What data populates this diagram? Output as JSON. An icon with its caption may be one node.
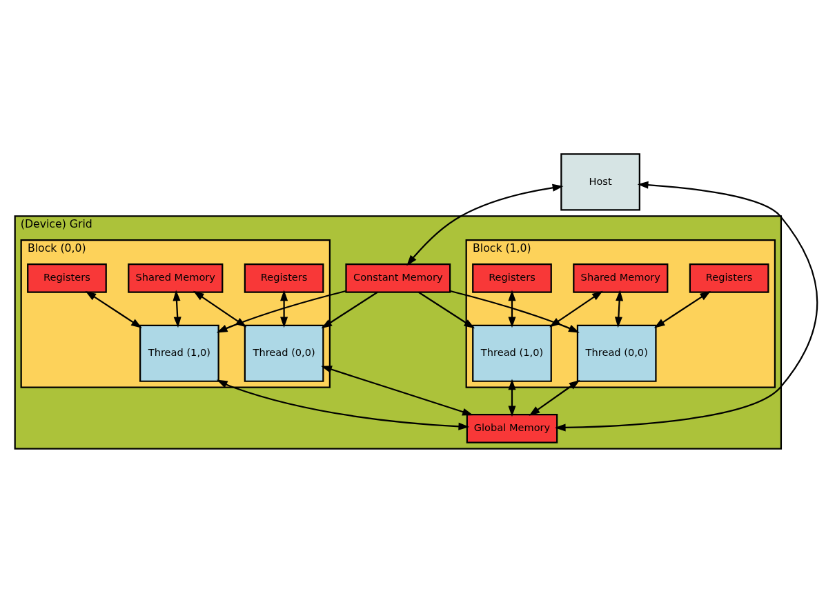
{
  "diagram": {
    "nodes": [
      {
        "text": [
          "Host"
        ]
      },
      {
        "text": [
          "(Device) Grid"
        ]
      },
      {
        "text": [
          "Block (0,0)"
        ],
        "in": 1
      },
      {
        "text": [
          "Shared Memory"
        ],
        "in": 2
      },
      {
        "text": [
          "Registers"
        ],
        "in": 2
      },
      {
        "text": [
          "Registers"
        ],
        "in": 2
      },
      {
        "text": [
          "Thread (0,0)"
        ],
        "in": 2
      },
      {
        "text": [
          "Thread (1,0)"
        ],
        "in": 2
      },
      {
        "text": [
          "Block (1,0)"
        ],
        "in": 1
      },
      {
        "text": [
          "Shared Memory"
        ],
        "in": 8
      },
      {
        "text": [
          "Registers"
        ],
        "in": 8
      },
      {
        "text": [
          "Registers"
        ],
        "in": 8
      },
      {
        "text": [
          "Thread (0,0)"
        ],
        "in": 8
      },
      {
        "text": [
          "Thread (1,0)"
        ],
        "in": 8
      },
      {
        "text": [
          "Global Memory"
        ],
        "in": 1
      },
      {
        "text": [
          "Constant Memory"
        ],
        "in": 1
      }
    ],
    "edges": [
      {
        "from": 4,
        "to": 6,
        "arrow": "both"
      },
      {
        "from": 3,
        "to": 6,
        "arrow": "both"
      },
      {
        "from": 3,
        "to": 7,
        "arrow": "both"
      },
      {
        "from": 5,
        "to": 7,
        "arrow": "both"
      },
      {
        "from": 10,
        "to": 12,
        "arrow": "both"
      },
      {
        "from": 9,
        "to": 12,
        "arrow": "both"
      },
      {
        "from": 9,
        "to": 13,
        "arrow": "both"
      },
      {
        "from": 11,
        "to": 13,
        "arrow": "both"
      },
      {
        "from": 6,
        "to": 14,
        "arrow": "both"
      },
      {
        "from": 7,
        "to": 14,
        "arrow": "both"
      },
      {
        "from": 15,
        "to": 6,
        "arrow": "to"
      },
      {
        "from": 15,
        "to": 7,
        "arrow": "to"
      },
      {
        "from": 12,
        "to": 14,
        "arrow": "both"
      },
      {
        "from": 13,
        "to": 14,
        "arrow": "both"
      },
      {
        "from": 15,
        "to": 12,
        "arrow": "to"
      },
      {
        "from": 15,
        "to": 13,
        "arrow": "to"
      },
      {
        "from": 0,
        "to": 14,
        "arrow": "both"
      },
      {
        "from": 0,
        "to": 15,
        "arrow": "both"
      }
    ]
  }
}
